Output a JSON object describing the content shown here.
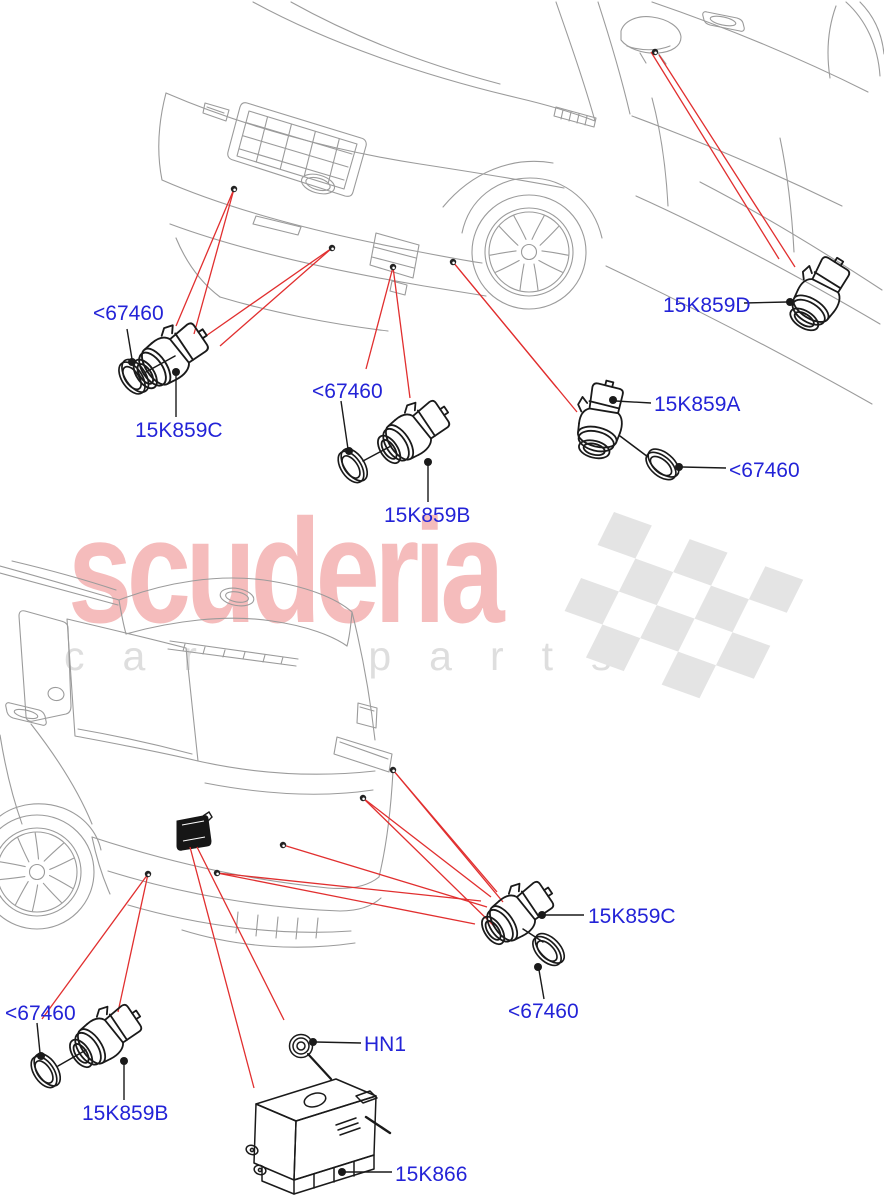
{
  "watermark": {
    "brand": "scuderia",
    "subtitle": "car parts"
  },
  "labels": {
    "front_ring_left": "<67460",
    "front_sensor_c": "15K859C",
    "front_ring_mid": "<67460",
    "front_sensor_b": "15K859B",
    "side_sensor_d": "15K859D",
    "front_sensor_a": "15K859A",
    "front_ring_right": "<67460",
    "rear_sensor_c": "15K859C",
    "rear_ring_c": "<67460",
    "rear_ring_b": "<67460",
    "rear_sensor_b": "15K859B",
    "fastener": "HN1",
    "module": "15K866"
  },
  "colors": {
    "label_blue": "#2323d7",
    "callout_red": "#e12f2f",
    "line_gray": "#9b9b9b",
    "part_black": "#1a1a1a",
    "watermark_pink": "#f5bcbc",
    "watermark_gray": "#dedede",
    "flag_gray": "#e4e4e4"
  }
}
